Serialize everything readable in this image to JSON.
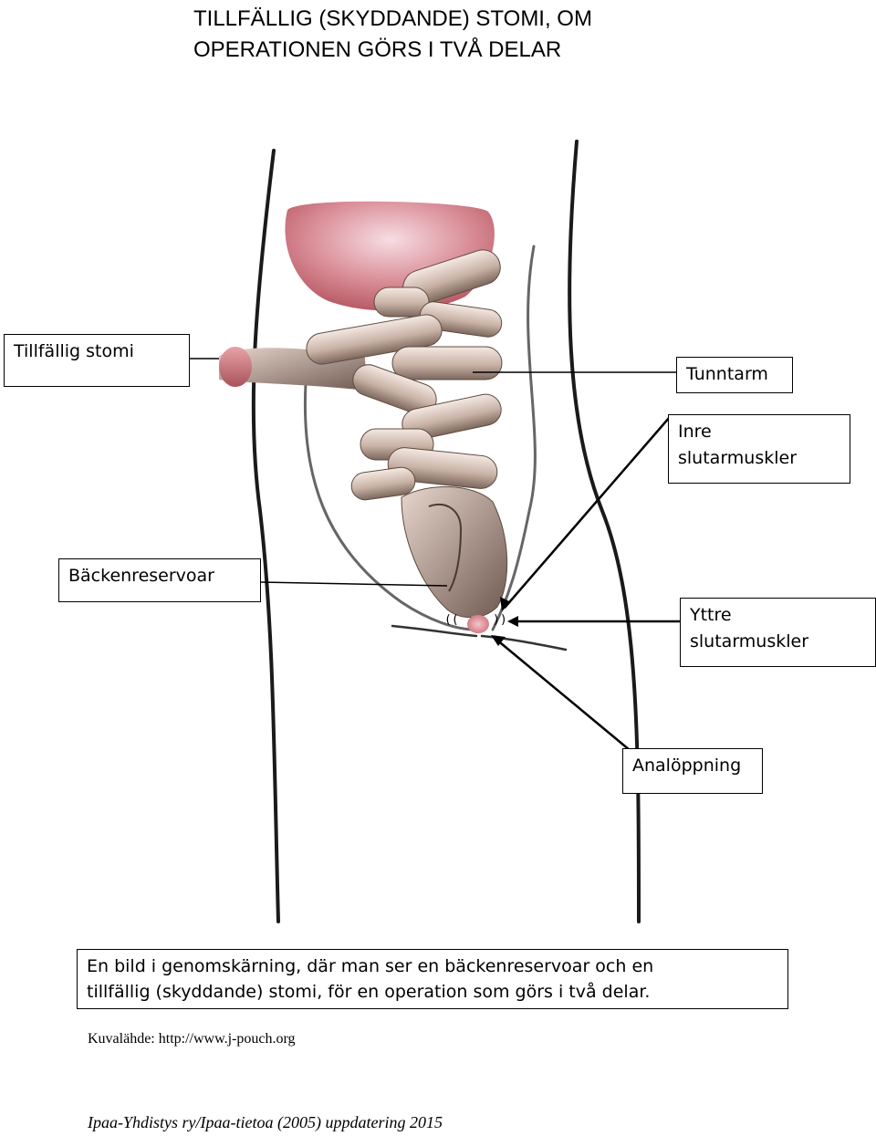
{
  "title": {
    "line1": "TILLFÄLLIG (SKYDDANDE) STOMI, OM",
    "line2": "OPERATIONEN GÖRS I TVÅ DELAR"
  },
  "labels": {
    "temporary_stoma": "Tillfällig stomi",
    "small_intestine": "Tunntarm",
    "inner_sphincter_line1": "Inre",
    "inner_sphincter_line2": "slutarmuskler",
    "pelvic_pouch": "Bäckenreservoar",
    "outer_sphincter_line1": "Yttre",
    "outer_sphincter_line2": "slutarmuskler",
    "anal_opening": "Analöppning"
  },
  "markers": {
    "left_paren": "((",
    "right_paren": "))"
  },
  "caption": {
    "line1": "En bild i genomskärning, där man ser en bäckenreservoar och en",
    "line2": "tillfällig (skyddande) stomi, för en operation som görs i två delar."
  },
  "source": "Kuvalähde: http://www.j-pouch.org",
  "footer": "Ipaa-Yhdistys ry/Ipaa-tietoa (2005) uppdatering 2015"
}
